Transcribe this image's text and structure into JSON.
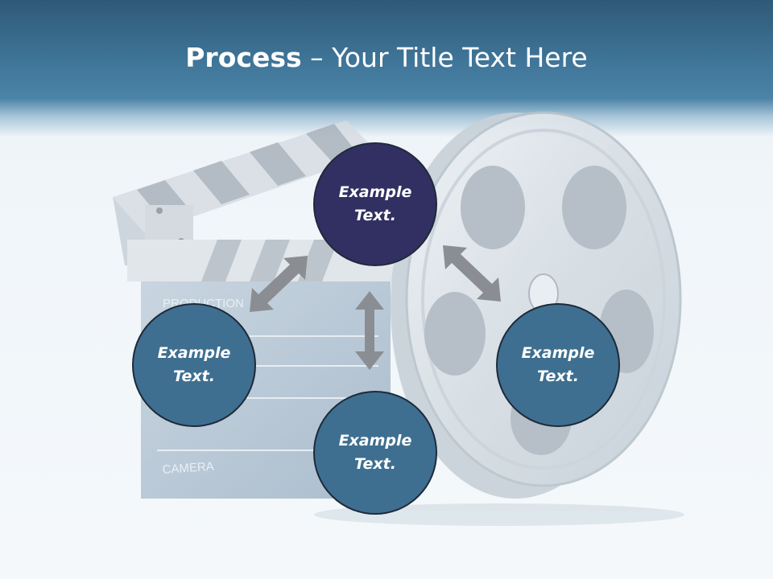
{
  "title": {
    "bold": "Process",
    "rest": " – Your Title Text Here"
  },
  "circles": {
    "top": "Example Text.",
    "left": "Example Text.",
    "right": "Example Text.",
    "bottom": "Example Text."
  },
  "clapper": {
    "production_label": "PRODUCTION",
    "camera_label": "CAMERA"
  },
  "colors": {
    "header": "#3f7598",
    "circle_highlight": "#323062",
    "circle": "#3e6f90",
    "arrow": "#8a8e93"
  },
  "icons": [
    "clapperboard-icon",
    "film-reel-icon",
    "double-arrow-icon"
  ]
}
